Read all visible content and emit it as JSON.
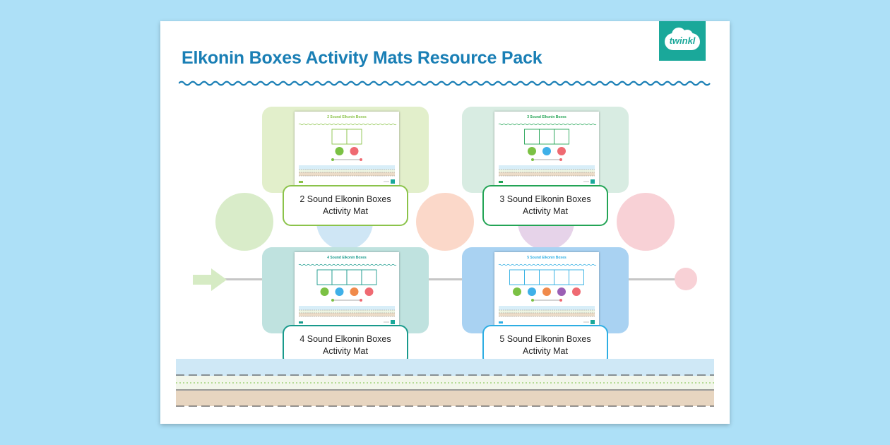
{
  "header": {
    "title": "Elkonin Boxes Activity Mats Resource Pack",
    "logo_text": "twinkl"
  },
  "colors": {
    "title": "#1a7fb5",
    "wave": "#1a7fb5",
    "logo_bg": "#1aa89a",
    "page_bg": "#ade0f7",
    "dot_green": "#7bc144",
    "dot_blue": "#3fb0e8",
    "dot_orange": "#f08a4b",
    "dot_purple": "#9b5fb5",
    "dot_red": "#ef6a72"
  },
  "mats": [
    {
      "thumb_title": "2 Sound Elkonin Boxes",
      "label_line1": "2 Sound Elkonin Boxes",
      "label_line2": "Activity Mat",
      "boxes": 2,
      "dots": [
        "#7bc144",
        "#ef6a72"
      ],
      "accent": "#8bc34a",
      "card_bg": "#e2efcb"
    },
    {
      "thumb_title": "3 Sound Elkonin Boxes",
      "label_line1": "3 Sound Elkonin Boxes",
      "label_line2": "Activity Mat",
      "boxes": 3,
      "dots": [
        "#7bc144",
        "#3fb0e8",
        "#ef6a72"
      ],
      "accent": "#23a455",
      "card_bg": "#d8ece2"
    },
    {
      "thumb_title": "4 Sound Elkonin Boxes",
      "label_line1": "4 Sound Elkonin Boxes",
      "label_line2": "Activity Mat",
      "boxes": 4,
      "dots": [
        "#7bc144",
        "#3fb0e8",
        "#f08a4b",
        "#ef6a72"
      ],
      "accent": "#199a8c",
      "card_bg": "#bfe2df"
    },
    {
      "thumb_title": "5 Sound Elkonin Boxes",
      "label_line1": "5 Sound Elkonin Boxes",
      "label_line2": "Activity Mat",
      "boxes": 5,
      "dots": [
        "#7bc144",
        "#3fb0e8",
        "#f08a4b",
        "#9b5fb5",
        "#ef6a72"
      ],
      "accent": "#2eaee3",
      "card_bg": "#a9d2f2"
    }
  ]
}
